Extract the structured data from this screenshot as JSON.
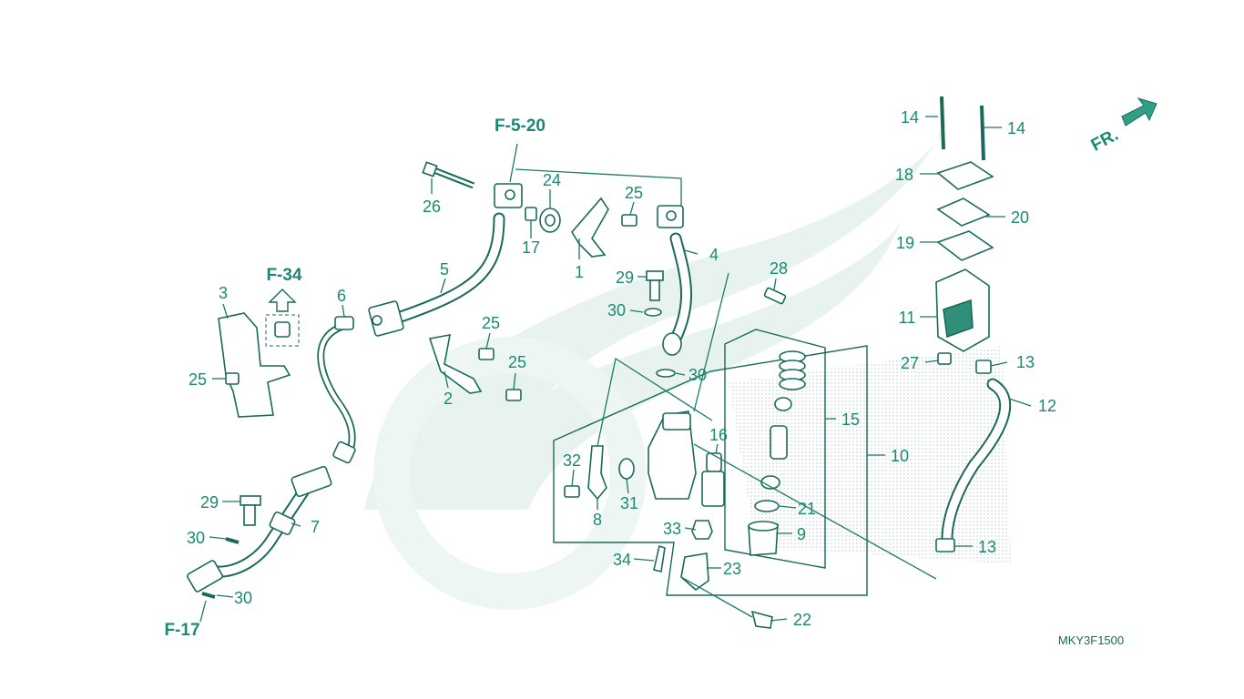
{
  "callouts": [
    {
      "id": "p1",
      "text": "1"
    },
    {
      "id": "p2",
      "text": "2"
    },
    {
      "id": "p3",
      "text": "3"
    },
    {
      "id": "p4",
      "text": "4"
    },
    {
      "id": "p5",
      "text": "5"
    },
    {
      "id": "p6",
      "text": "6"
    },
    {
      "id": "p7",
      "text": "7"
    },
    {
      "id": "p8",
      "text": "8"
    },
    {
      "id": "p9",
      "text": "9"
    },
    {
      "id": "p10",
      "text": "10"
    },
    {
      "id": "p11",
      "text": "11"
    },
    {
      "id": "p12",
      "text": "12"
    },
    {
      "id": "p13a",
      "text": "13"
    },
    {
      "id": "p13b",
      "text": "13"
    },
    {
      "id": "p14a",
      "text": "14"
    },
    {
      "id": "p14b",
      "text": "14"
    },
    {
      "id": "p15",
      "text": "15"
    },
    {
      "id": "p16",
      "text": "16"
    },
    {
      "id": "p17",
      "text": "17"
    },
    {
      "id": "p18",
      "text": "18"
    },
    {
      "id": "p19",
      "text": "19"
    },
    {
      "id": "p20",
      "text": "20"
    },
    {
      "id": "p21",
      "text": "21"
    },
    {
      "id": "p22",
      "text": "22"
    },
    {
      "id": "p23",
      "text": "23"
    },
    {
      "id": "p24",
      "text": "24"
    },
    {
      "id": "p25a",
      "text": "25"
    },
    {
      "id": "p25b",
      "text": "25"
    },
    {
      "id": "p25c",
      "text": "25"
    },
    {
      "id": "p25d",
      "text": "25"
    },
    {
      "id": "p26",
      "text": "26"
    },
    {
      "id": "p27",
      "text": "27"
    },
    {
      "id": "p28",
      "text": "28"
    },
    {
      "id": "p29a",
      "text": "29"
    },
    {
      "id": "p29b",
      "text": "29"
    },
    {
      "id": "p30a",
      "text": "30"
    },
    {
      "id": "p30b",
      "text": "30"
    },
    {
      "id": "p30c",
      "text": "30"
    },
    {
      "id": "p30d",
      "text": "30"
    },
    {
      "id": "p31",
      "text": "31"
    },
    {
      "id": "p32",
      "text": "32"
    },
    {
      "id": "p33",
      "text": "33"
    },
    {
      "id": "p34",
      "text": "34"
    }
  ],
  "references": {
    "f5_20": "F-5-20",
    "f34": "F-34",
    "f17": "F-17"
  },
  "front_indicator": "FR.",
  "diagram_code": "MKY3F1500",
  "colors": {
    "line": "#1a6a58",
    "label": "#1a8a72",
    "watermark": "#e4f1ec"
  }
}
